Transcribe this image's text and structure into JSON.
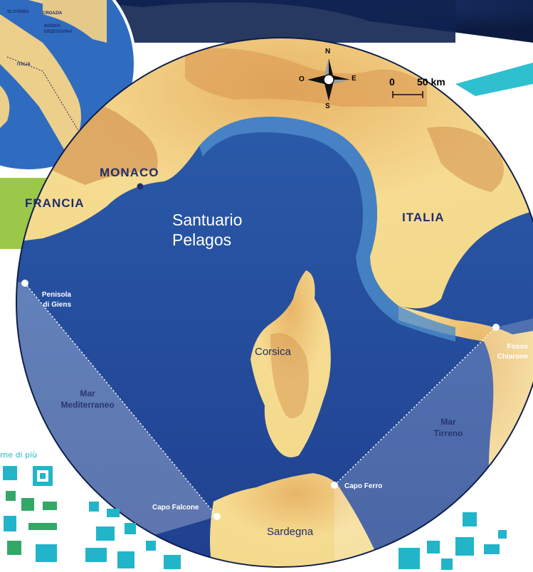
{
  "inset": {
    "countries": [
      "SLOVENIA",
      "CROAZIA",
      "BOSNIA ERZEGOVINA",
      "ITALIA"
    ]
  },
  "compass": {
    "n": "N",
    "s": "S",
    "e": "E",
    "w": "O"
  },
  "scale": {
    "start": "0",
    "end": "50 km"
  },
  "labels": {
    "monaco": "MONACO",
    "francia": "FRANCIA",
    "italia": "ITALIA",
    "sanctuary_line1": "Santuario",
    "sanctuary_line2": "Pelagos",
    "corsica": "Corsica",
    "sardegna": "Sardegna",
    "mar_med_line1": "Mar",
    "mar_med_line2": "Mediterraneo",
    "mar_tir_line1": "Mar",
    "mar_tir_line2": "Tirreno",
    "giens_line1": "Penisola",
    "giens_line2": "di Giens",
    "fosso_line1": "Fosso",
    "fosso_line2": "Chiarone",
    "capo_ferro": "Capo Ferro",
    "capo_falcone": "Capo Falcone"
  },
  "qr": {
    "label": "rne di più"
  },
  "colors": {
    "deep_sea": "#1f3a8a",
    "sea": "#2f6db5",
    "shallow": "#7fb0d8",
    "land": "#f5d98a",
    "mountain": "#d89a52",
    "accent_teal": "#22b5c9",
    "accent_green": "#9cc84a",
    "night": "#0d1e4a"
  }
}
